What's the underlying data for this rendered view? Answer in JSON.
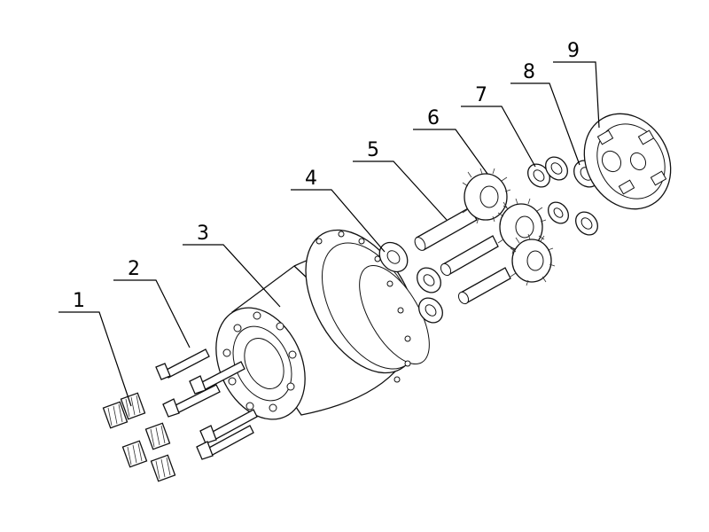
{
  "diagram": {
    "callouts": [
      "1",
      "2",
      "3",
      "4",
      "5",
      "6",
      "7",
      "8",
      "9"
    ]
  }
}
